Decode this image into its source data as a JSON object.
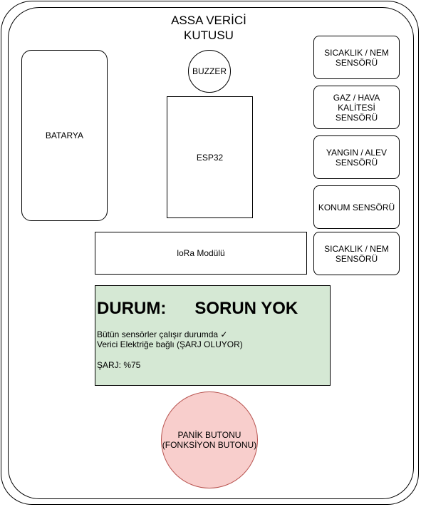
{
  "title": {
    "line1": "ASSA VERİCİ",
    "line2": "KUTUSU"
  },
  "components": {
    "battery": "BATARYA",
    "buzzer": "BUZZER",
    "esp32": "ESP32",
    "lora": "loRa Modülü"
  },
  "sensors": [
    {
      "line1": "SICAKLIK / NEM",
      "line2": "SENSÖRÜ"
    },
    {
      "line1": "GAZ / HAVA",
      "line2": "KALİTESİ",
      "line3": "SENSÖRÜ"
    },
    {
      "line1": "YANGIN / ALEV",
      "line2": "SENSÖRÜ"
    },
    {
      "line1": "KONUM SENSÖRÜ"
    },
    {
      "line1": "SICAKLIK / NEM",
      "line2": "SENSÖRÜ"
    }
  ],
  "status": {
    "label": "DURUM:",
    "value": "SORUN YOK",
    "line1": "Bütün sensörler çalışır durumda ✓",
    "line2": "Verici Elektriğe bağlı (ŞARJ OLUYOR)",
    "charge": "ŞARJ: %75"
  },
  "panic": {
    "line1": "PANİK BUTONU",
    "line2": "(FONKSİYON BUTONU)"
  },
  "colors": {
    "status_fill": "#d5e8d4",
    "panic_fill": "#f8cecc",
    "panic_stroke": "#b85450"
  }
}
